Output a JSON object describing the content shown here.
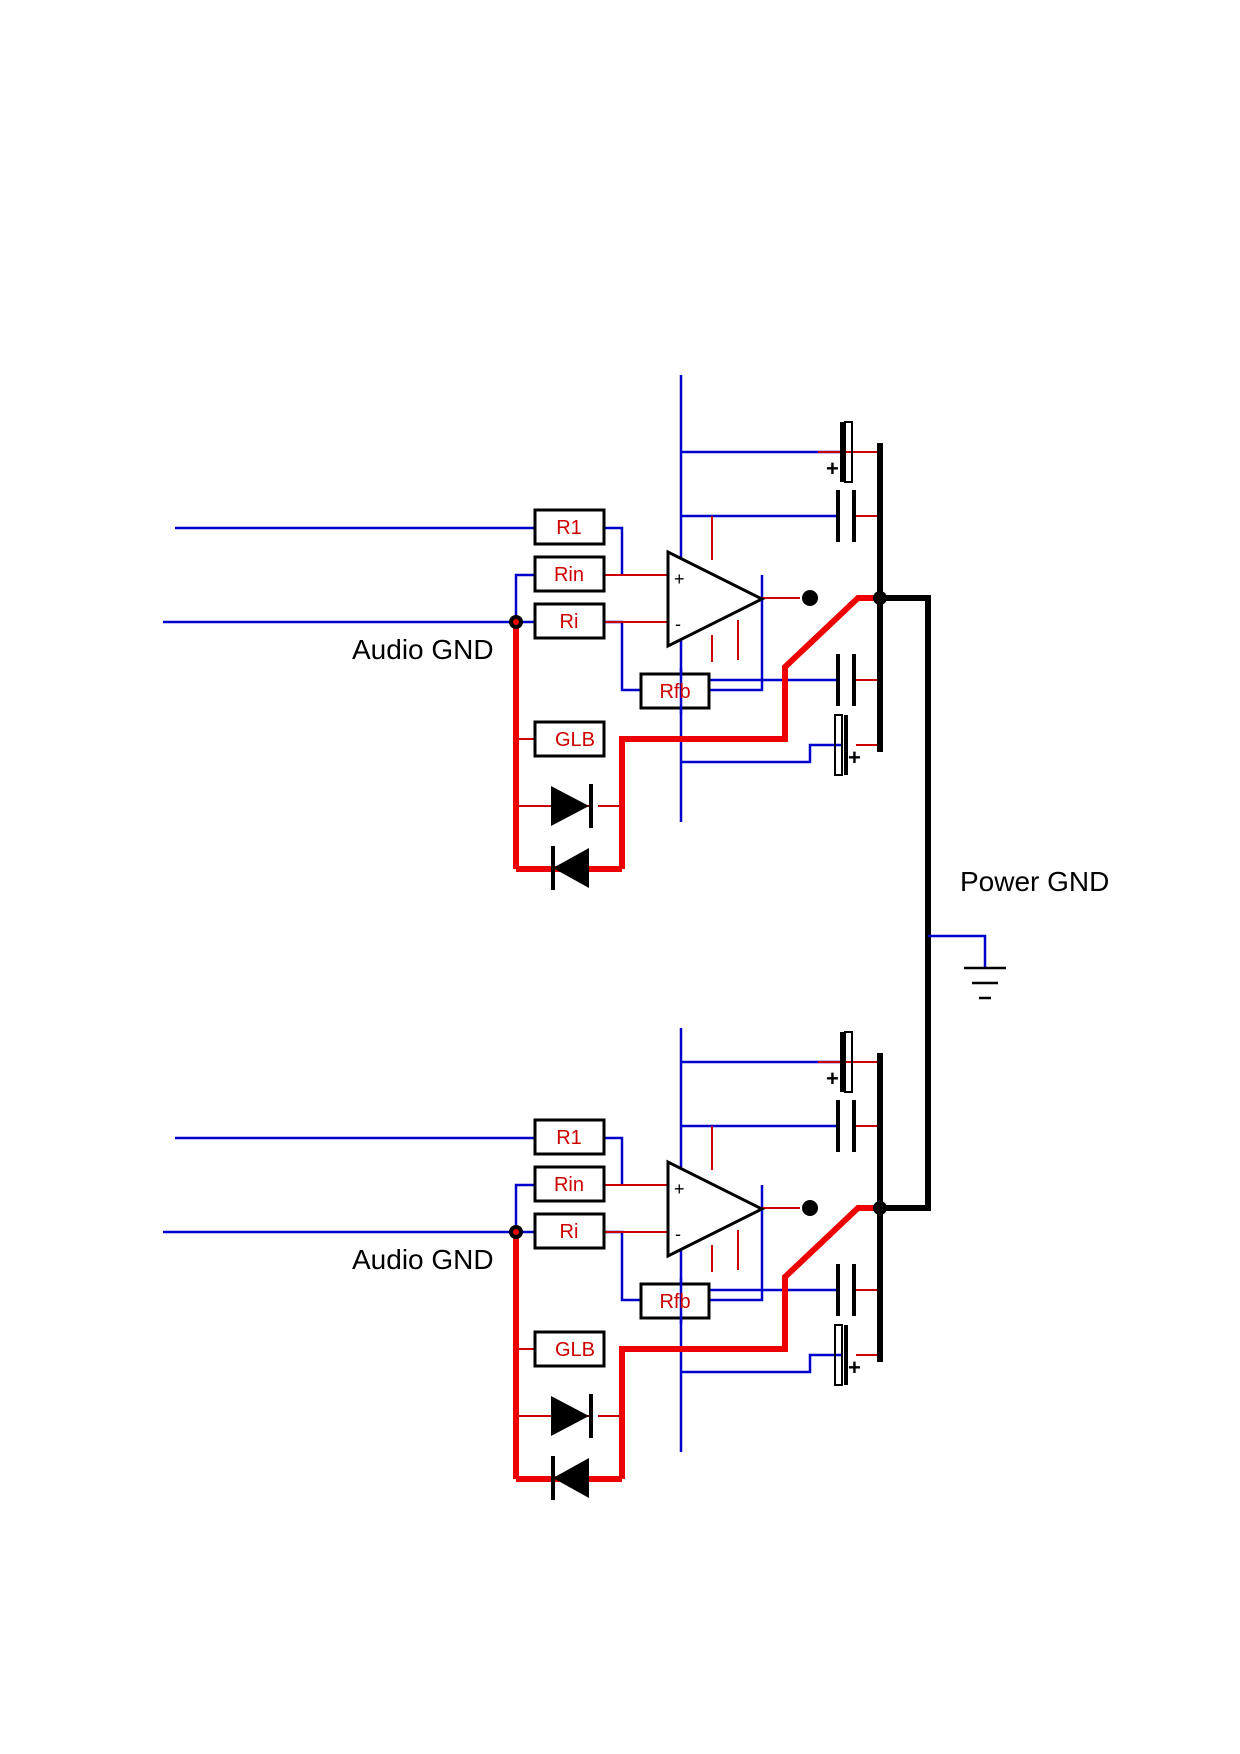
{
  "colors": {
    "signal_wire": "#0000cc",
    "ground_return": "#ee0000",
    "component_lead": "#cc0000",
    "power_ground_bus": "#000000",
    "component_label": "#cc0000",
    "background": "#ffffff"
  },
  "labels": {
    "power_ground": "Power GND"
  },
  "channels": [
    {
      "audio_ground": "Audio GND",
      "resistors": {
        "r1": "R1",
        "rin": "Rin",
        "ri": "Ri",
        "rfb": "Rfb",
        "glb": "GLB"
      },
      "opamp": {
        "plus": "+",
        "minus": "-"
      },
      "electrolytic_polarity": [
        "+",
        "+"
      ]
    },
    {
      "audio_ground": "Audio GND",
      "resistors": {
        "r1": "R1",
        "rin": "Rin",
        "ri": "Ri",
        "rfb": "Rfb",
        "glb": "GLB"
      },
      "opamp": {
        "plus": "+",
        "minus": "-"
      },
      "electrolytic_polarity": [
        "+",
        "+"
      ]
    }
  ]
}
